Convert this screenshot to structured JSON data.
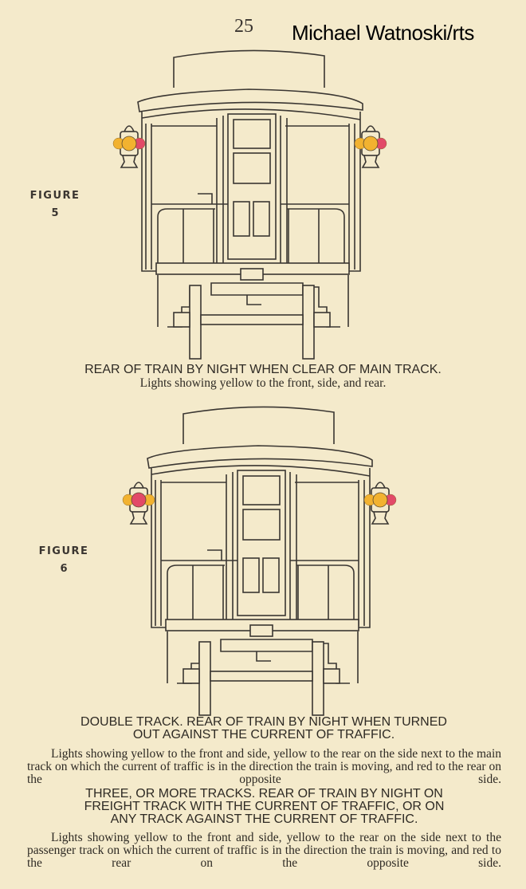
{
  "page_number": "25",
  "credit": "Michael Watnoski/rts",
  "figures": [
    {
      "label": "FIGURE",
      "number": "5",
      "caption_title": "REAR OF TRAIN BY NIGHT WHEN CLEAR OF MAIN TRACK.",
      "caption_text": "Lights showing yellow to the front, side, and rear.",
      "left_lamp": [
        "#f2b230",
        "#f2b230",
        "#e24a68"
      ],
      "right_lamp": [
        "#e24a68",
        "#f2b230",
        "#f2b230"
      ]
    },
    {
      "label": "FIGURE",
      "number": "6",
      "left_lamp": [
        "#f2b230",
        "#e24a68",
        "#f2b230"
      ],
      "right_lamp": [
        "#e24a68",
        "#f2b230",
        "#f2b230"
      ]
    }
  ],
  "sections": [
    {
      "heading_line1": "DOUBLE TRACK.  REAR OF TRAIN BY NIGHT WHEN TURNED",
      "heading_line2": "OUT AGAINST THE CURRENT OF TRAFFIC.",
      "text": "Lights showing yellow to the front and side, yellow to the rear on the side next to the main track on which the current of traffic is in the direction the train is moving, and red to the rear on the opposite side."
    },
    {
      "heading_line1": "THREE, OR MORE TRACKS.  REAR OF TRAIN BY NIGHT ON",
      "heading_line2": "FREIGHT TRACK WITH THE CURRENT OF TRAFFIC, OR ON",
      "heading_line3": "ANY TRACK AGAINST THE CURRENT OF TRAFFIC.",
      "text": "Lights showing yellow to the front and side, yellow to the rear on the side next to the passenger track on which the current of traffic is in the direction the train is moving, and red to the rear on the opposite side."
    }
  ]
}
